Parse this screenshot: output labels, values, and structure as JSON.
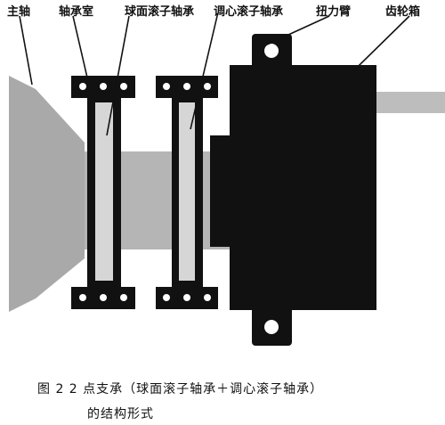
{
  "labels": {
    "main_shaft": "主轴",
    "bearing_housing": "轴承室",
    "spherical_roller_bearing": "球面滚子轴承",
    "self_aligning_roller_bearing": "调心滚子轴承",
    "torque_arm": "扭力臂",
    "gearbox": "齿轮箱"
  },
  "caption": {
    "line1": "图 2   2 点支承（球面滚子轴承＋调心滚子轴承）",
    "line2": "的结构形式"
  },
  "colors": {
    "shaft_gray": "#b5b5b5",
    "hub_gray": "#a9a9a9",
    "gearbox_black": "#111111",
    "bearing_insert": "#d6d6d6"
  }
}
